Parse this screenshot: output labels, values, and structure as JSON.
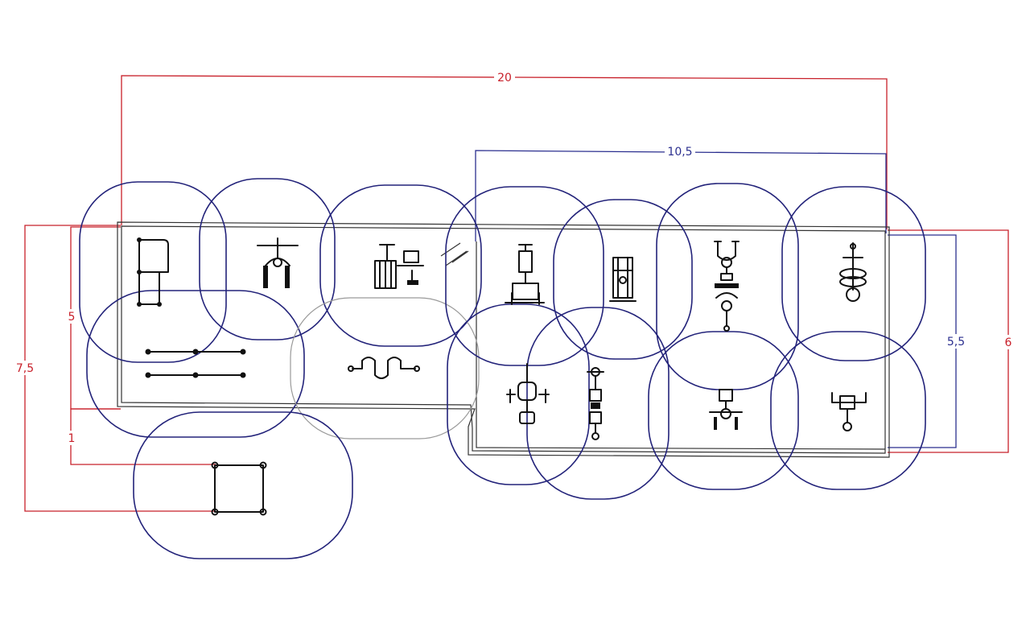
{
  "dimensions": {
    "total_length": "20",
    "right_section_length": "10,5",
    "left_height_outer": "7,5",
    "left_height_inner": "5",
    "left_step": "1",
    "right_height_inner": "5,5",
    "right_height_outer": "6"
  },
  "colors": {
    "dimension_red": "#c8202a",
    "dimension_blue": "#2b2f8f",
    "safety_zone": "#23237a",
    "equipment": "#111111"
  }
}
